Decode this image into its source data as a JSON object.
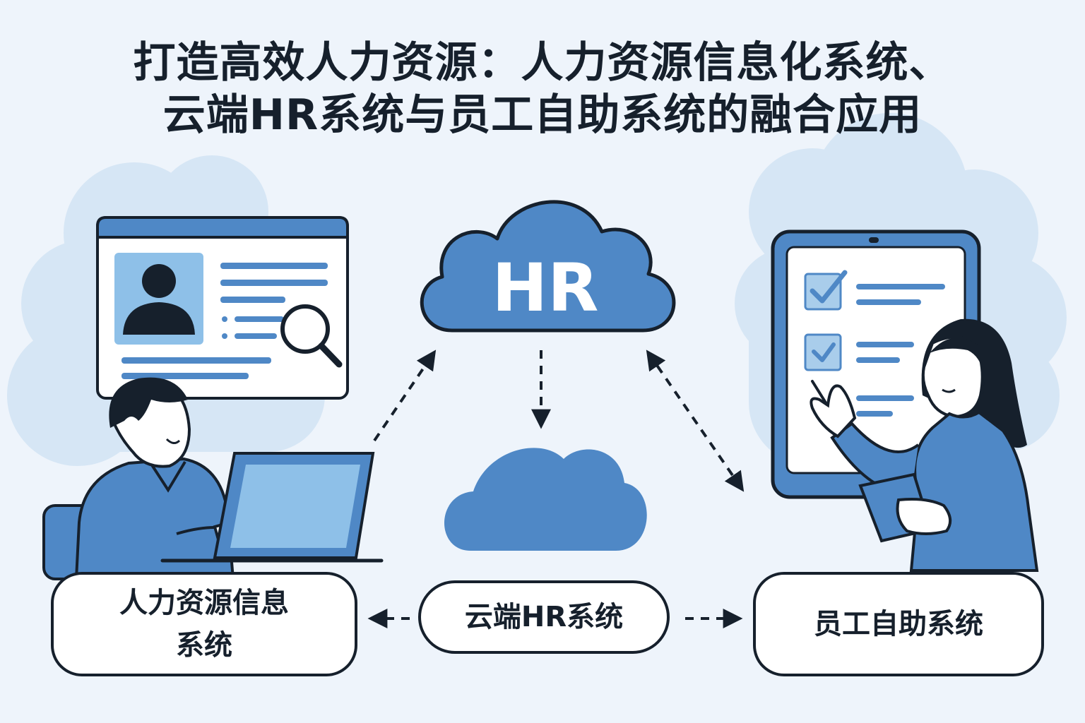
{
  "title": {
    "line1": "打造高效人力资源：人力资源信息化系统、",
    "line2": "云端HR系统与员工自助系统的融合应用"
  },
  "cloud_main": {
    "label": "HR"
  },
  "boxes": {
    "left": {
      "line1": "人力资源信息",
      "line2": "系统"
    },
    "middle": {
      "label": "云端HR系统"
    },
    "right": {
      "label": "员工自助系统"
    }
  },
  "icons": {
    "left_scene": "person-at-laptop-icon",
    "profile_window": "profile-window-icon",
    "magnifier": "magnifier-icon",
    "main_cloud": "hr-cloud-icon",
    "small_cloud": "cloud-icon",
    "tablet": "tablet-checklist-icon",
    "right_person": "woman-with-tablet-icon"
  },
  "colors": {
    "background": "#eef4fb",
    "primary_blue": "#4f88c6",
    "light_blue": "#cfe2f5",
    "outline": "#16202c"
  }
}
